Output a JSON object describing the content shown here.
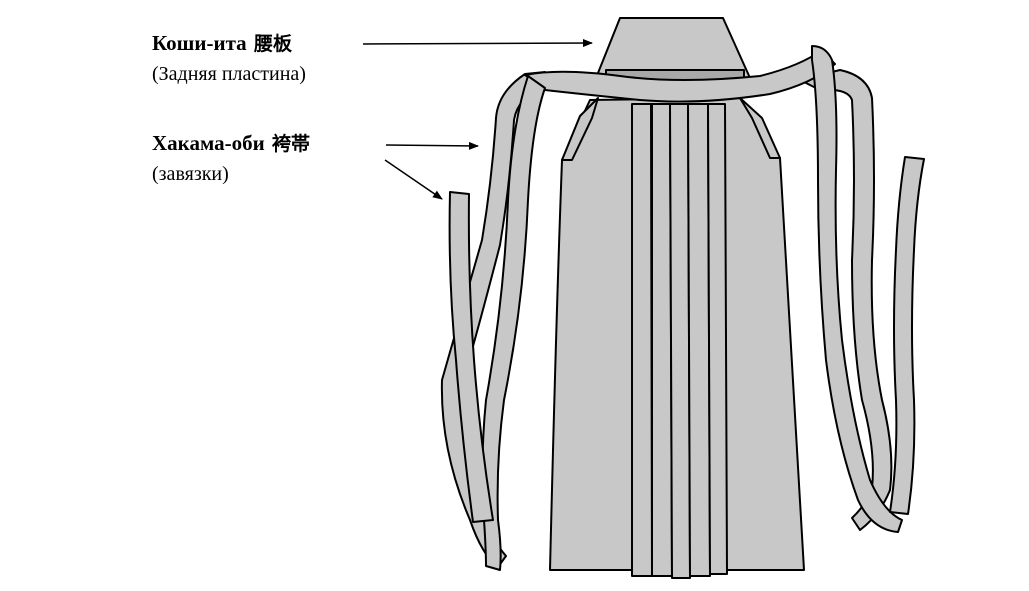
{
  "labels": {
    "koshi_ita": {
      "name": "Коши-ита",
      "kanji": "腰板",
      "translation": "(Задняя пластина)"
    },
    "himo": {
      "name": "Хакама-оби",
      "kanji": "袴帯",
      "translation": "(завязки)"
    }
  },
  "colors": {
    "fill": "#c8c8c8",
    "fill_dark": "#a8a8a8",
    "stroke": "#000000",
    "background": "#ffffff"
  }
}
